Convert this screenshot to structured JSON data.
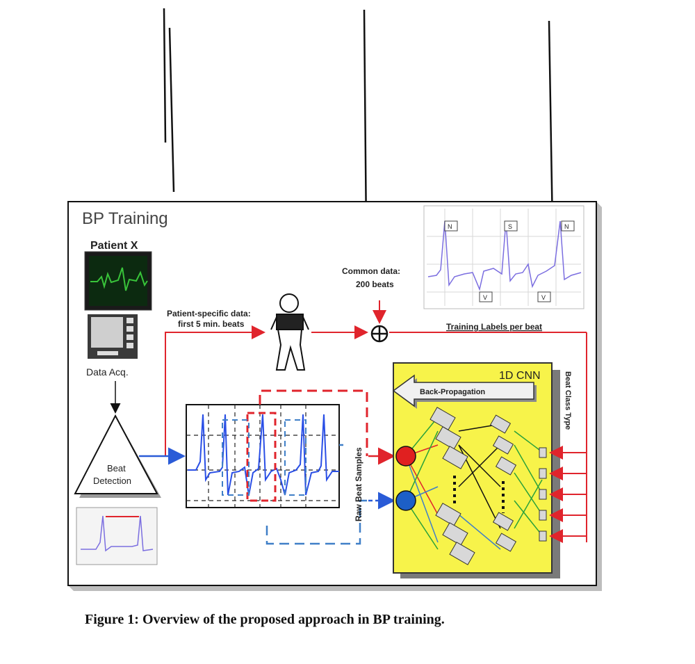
{
  "diagram": {
    "title": "BP Training",
    "patient_label": "Patient X",
    "data_acq_label": "Data Acq.",
    "beat_detection_label_1": "Beat",
    "beat_detection_label_2": "Detection",
    "patient_specific_label_1": "Patient-specific data:",
    "patient_specific_label_2": "first 5 min. beats",
    "common_data_label_1": "Common data:",
    "common_data_label_2": "200 beats",
    "training_labels": "Training Labels per beat",
    "cnn_label": "1D CNN",
    "backprop_label": "Back-Propagation",
    "raw_samples_label": "Raw Beat Samples",
    "beat_class_label": "Beat Class Type",
    "beat_tags": [
      "N",
      "S",
      "N",
      "V",
      "V"
    ]
  },
  "caption": "Figure 1: Overview of the proposed approach in BP training.",
  "colors": {
    "cnn_fill": "#f7f34a",
    "arrow_red": "#e0242c",
    "arrow_blue": "#2a5bd7",
    "dash_blue": "#3f7fc7",
    "monitor_green": "#39c43a",
    "signal_purple": "#7b6ee0"
  }
}
